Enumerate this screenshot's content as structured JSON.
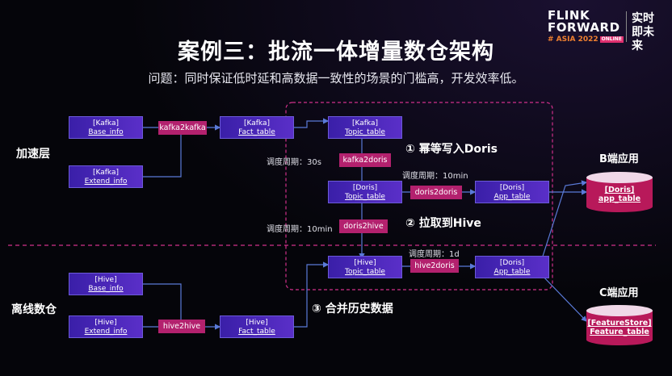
{
  "title": "案例三：批流一体增量数仓架构",
  "subtitle": "问题：同时保证低时延和高数据一致性的场景的门槛高，开发效率低。",
  "logo": {
    "line1": "FLINK",
    "line2": "FORWARD",
    "line3": "# ASIA 2022",
    "tag": "ONLINE",
    "cn": "实时即未来"
  },
  "layers": {
    "speed": "加速层",
    "offline": "离线数仓"
  },
  "nodes": {
    "kafka_base": {
      "l1": "[Kafka]",
      "l2": "Base_info"
    },
    "kafka_extend": {
      "l1": "[Kafka]",
      "l2": "Extend_info"
    },
    "kafka_fact": {
      "l1": "[Kafka]",
      "l2": "Fact_table"
    },
    "kafka_topic": {
      "l1": "[Kafka]",
      "l2": "Topic_table"
    },
    "doris_topic": {
      "l1": "[Doris]",
      "l2": "Topic_table"
    },
    "doris_app": {
      "l1": "[Doris]",
      "l2": "App_table"
    },
    "hive_topic": {
      "l1": "[Hive]",
      "l2": "Topic_table"
    },
    "doris_app2": {
      "l1": "[Doris]",
      "l2": "App_table"
    },
    "hive_base": {
      "l1": "[Hive]",
      "l2": "Base_info"
    },
    "hive_extend": {
      "l1": "[Hive]",
      "l2": "Extend_info"
    },
    "hive_fact": {
      "l1": "[Hive]",
      "l2": "Fact_table"
    }
  },
  "jobs": {
    "kafka2kafka": "kafka2kafka",
    "kafka2doris": "kafka2doris",
    "doris2doris": "doris2doris",
    "doris2hive": "doris2hive",
    "hive2doris": "hive2doris",
    "hive2hive": "hive2hive"
  },
  "periods": {
    "p1": "调度周期：30s",
    "p2": "调度周期：10min",
    "p3": "调度周期：10min",
    "p4": "调度周期：1d"
  },
  "steps": {
    "s1": "① 幂等写入Doris",
    "s2": "② 拉取到Hive",
    "s3": "③ 合并历史数据"
  },
  "apps": {
    "b_title": "B端应用",
    "b_db_l1": "[Doris]",
    "b_db_l2": "app_table",
    "c_title": "C端应用",
    "c_db_l1": "[FeatureStore]",
    "c_db_l2": "Feature_table"
  },
  "colors": {
    "node": "#4a26b8",
    "job": "#b3216e",
    "dashed": "#d0308a",
    "db": "#c2185b"
  }
}
